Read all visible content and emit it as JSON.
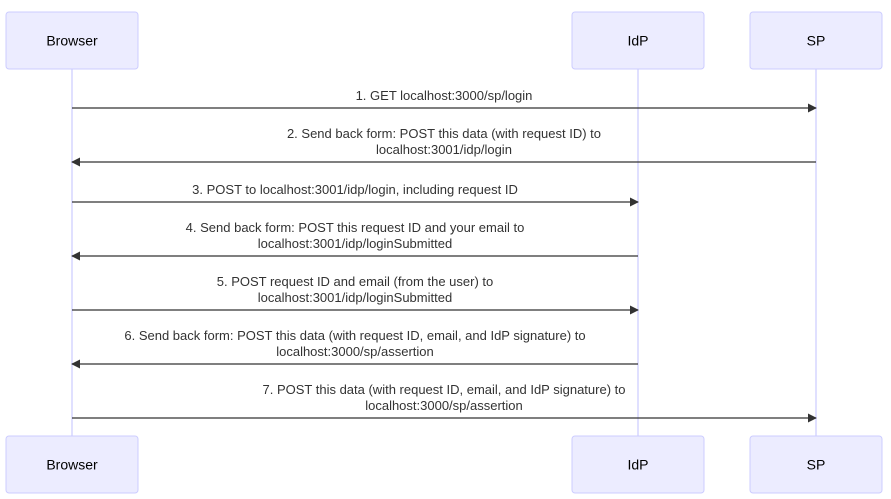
{
  "actors": [
    {
      "id": "browser",
      "label": "Browser"
    },
    {
      "id": "idp",
      "label": "IdP"
    },
    {
      "id": "sp",
      "label": "SP"
    }
  ],
  "messages": [
    {
      "from": "browser",
      "to": "sp",
      "lines": [
        "1. GET localhost:3000/sp/login"
      ]
    },
    {
      "from": "sp",
      "to": "browser",
      "lines": [
        "2. Send back form: POST this data (with request ID) to",
        "localhost:3001/idp/login"
      ]
    },
    {
      "from": "browser",
      "to": "idp",
      "lines": [
        "3. POST to localhost:3001/idp/login, including request ID"
      ]
    },
    {
      "from": "idp",
      "to": "browser",
      "lines": [
        "4. Send back form: POST this request ID and your email to",
        "localhost:3001/idp/loginSubmitted"
      ]
    },
    {
      "from": "browser",
      "to": "idp",
      "lines": [
        "5. POST request ID and email (from the user) to",
        "localhost:3001/idp/loginSubmitted"
      ]
    },
    {
      "from": "idp",
      "to": "browser",
      "lines": [
        "6. Send back form: POST this data (with request ID, email, and IdP signature) to",
        "localhost:3000/sp/assertion"
      ]
    },
    {
      "from": "browser",
      "to": "sp",
      "lines": [
        "7. POST this data (with request ID, email, and IdP signature) to",
        "localhost:3000/sp/assertion"
      ]
    }
  ]
}
